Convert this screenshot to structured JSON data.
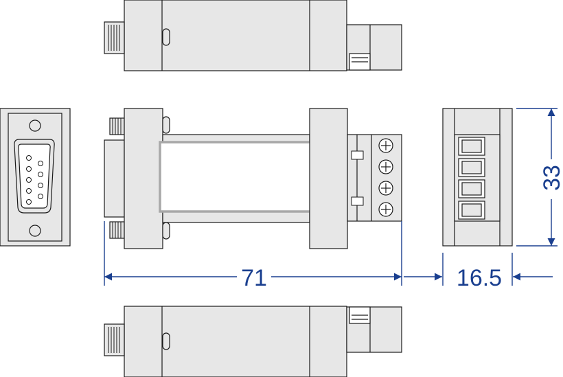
{
  "dimensions": {
    "length": "71",
    "width": "16.5",
    "height": "33"
  },
  "colors": {
    "body_fill": "#e7e7e7",
    "body_stroke": "#1a1a1a",
    "dimension": "#1a3f8f",
    "label_window": "#a8a8a8"
  }
}
